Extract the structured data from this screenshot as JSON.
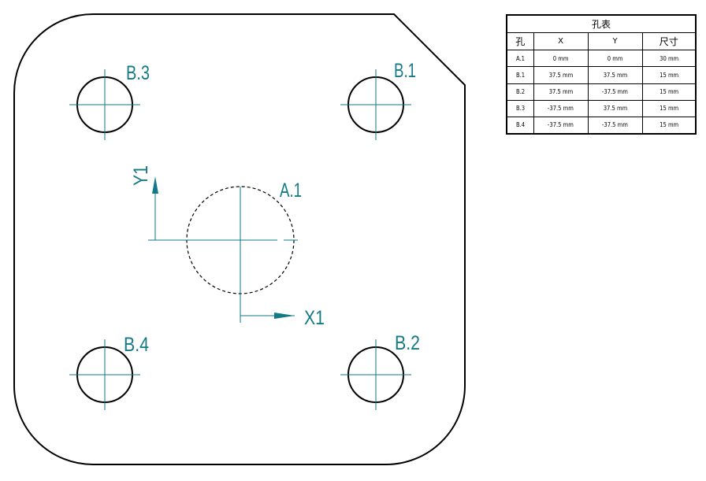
{
  "colors": {
    "outline": "#000000",
    "annotation": "#137a86",
    "centerline": "#137a86"
  },
  "drawing": {
    "labels": {
      "hole_a1": "A.1",
      "hole_b1": "B.1",
      "hole_b2": "B.2",
      "hole_b3": "B.3",
      "hole_b4": "B.4",
      "axis_x": "X1",
      "axis_y": "Y1"
    }
  },
  "hole_table": {
    "title": "孔表",
    "headers": [
      "孔",
      "X",
      "Y",
      "尺寸"
    ],
    "rows": [
      [
        "A.1",
        "0 mm",
        "0 mm",
        "30 mm"
      ],
      [
        "B.1",
        "37.5 mm",
        "37.5 mm",
        "15 mm"
      ],
      [
        "B.2",
        "37.5 mm",
        "-37.5 mm",
        "15 mm"
      ],
      [
        "B.3",
        "-37.5 mm",
        "37.5 mm",
        "15 mm"
      ],
      [
        "B.4",
        "-37.5 mm",
        "-37.5 mm",
        "15 mm"
      ]
    ]
  }
}
